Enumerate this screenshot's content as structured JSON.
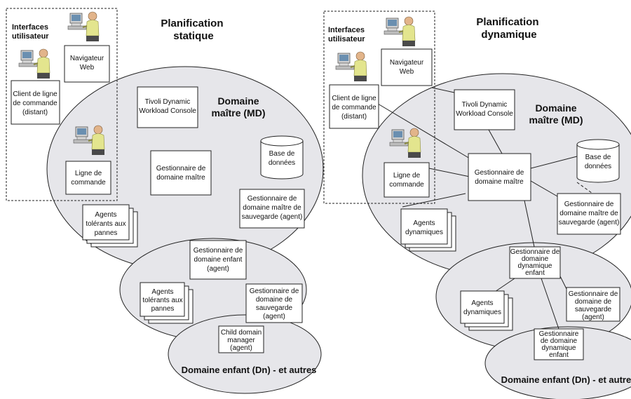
{
  "left": {
    "title": [
      "Planification",
      "statique"
    ],
    "interfaces": [
      "Interfaces",
      "utilisateur"
    ],
    "browser": [
      "Navigateur",
      "Web"
    ],
    "cli_remote": [
      "Client de ligne",
      "de commande",
      "(distant)"
    ],
    "cli": [
      "Ligne de",
      "commande"
    ],
    "md_label": [
      "Domaine",
      "maître (MD)"
    ],
    "console": [
      "Tivoli Dynamic",
      "Workload Console"
    ],
    "database": [
      "Base de",
      "données"
    ],
    "mdm": [
      "Gestionnaire de",
      "domaine maître"
    ],
    "backup_mdm": [
      "Gestionnaire de",
      "domaine maître de",
      "sauvegarde (agent)"
    ],
    "fta_top": [
      "Agents",
      "tolérants aux",
      "pannes"
    ],
    "child_dm": [
      "Gestionnaire de",
      "domaine enfant",
      "(agent)"
    ],
    "fta_child": [
      "Agents",
      "tolérants aux",
      "pannes"
    ],
    "backup_dm": [
      "Gestionnaire de",
      "domaine de",
      "sauvegarde",
      "(agent)"
    ],
    "child_dm_en": [
      "Child domain",
      "manager",
      "(agent)"
    ],
    "dn_label": "Domaine enfant (Dn) - et autres"
  },
  "right": {
    "title": [
      "Planification",
      "dynamique"
    ],
    "interfaces": [
      "Interfaces",
      "utilisateur"
    ],
    "browser": [
      "Navigateur",
      "Web"
    ],
    "cli_remote": [
      "Client de ligne",
      "de commande",
      "(distant)"
    ],
    "cli": [
      "Ligne de",
      "commande"
    ],
    "md_label": [
      "Domaine",
      "maître (MD)"
    ],
    "console": [
      "Tivoli Dynamic",
      "Workload Console"
    ],
    "database": [
      "Base de",
      "données"
    ],
    "mdm": [
      "Gestionnaire de",
      "domaine maître"
    ],
    "backup_mdm": [
      "Gestionnaire de",
      "domaine maître de",
      "sauvegarde (agent)"
    ],
    "dyn_agents_top": [
      "Agents",
      "dynamiques"
    ],
    "dyn_child_dm": [
      "Gestionnaire de",
      "domaine",
      "dynamique",
      "enfant"
    ],
    "dyn_agents_child": [
      "Agents",
      "dynamiques"
    ],
    "backup_dm": [
      "Gestionnaire de",
      "domaine de",
      "sauvegarde",
      "(agent)"
    ],
    "dyn_child_dm2": [
      "Gestionnaire",
      "de domaine",
      "dynamique",
      "enfant"
    ],
    "dn_label": "Domaine enfant (Dn) - et autres"
  }
}
